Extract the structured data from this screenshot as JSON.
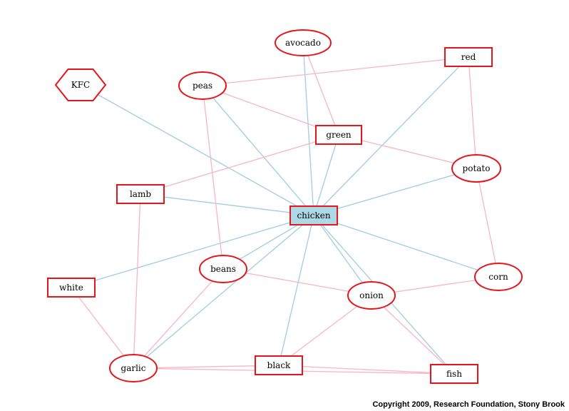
{
  "colors": {
    "node_stroke": "#e8141c",
    "center_fill": "#add8e6",
    "edge_blue": "#9fcde0",
    "edge_pink": "#f7b6c2"
  },
  "center_node": "chicken",
  "nodes": [
    {
      "id": "chicken",
      "label": "chicken",
      "shape": "box",
      "fill": "#add8e6"
    },
    {
      "id": "avocado",
      "label": "avocado",
      "shape": "ellipse"
    },
    {
      "id": "red",
      "label": "red",
      "shape": "box"
    },
    {
      "id": "kfc",
      "label": "KFC",
      "shape": "hexagon"
    },
    {
      "id": "peas",
      "label": "peas",
      "shape": "ellipse"
    },
    {
      "id": "green",
      "label": "green",
      "shape": "box"
    },
    {
      "id": "potato",
      "label": "potato",
      "shape": "ellipse"
    },
    {
      "id": "lamb",
      "label": "lamb",
      "shape": "box"
    },
    {
      "id": "beans",
      "label": "beans",
      "shape": "ellipse"
    },
    {
      "id": "white",
      "label": "white",
      "shape": "box"
    },
    {
      "id": "corn",
      "label": "corn",
      "shape": "ellipse"
    },
    {
      "id": "onion",
      "label": "onion",
      "shape": "ellipse"
    },
    {
      "id": "garlic",
      "label": "garlic",
      "shape": "ellipse"
    },
    {
      "id": "black",
      "label": "black",
      "shape": "box"
    },
    {
      "id": "fish",
      "label": "fish",
      "shape": "box"
    }
  ],
  "edges": [
    {
      "from": "chicken",
      "to": "avocado",
      "color": "blue"
    },
    {
      "from": "chicken",
      "to": "red",
      "color": "blue"
    },
    {
      "from": "chicken",
      "to": "kfc",
      "color": "blue"
    },
    {
      "from": "chicken",
      "to": "peas",
      "color": "blue"
    },
    {
      "from": "chicken",
      "to": "green",
      "color": "blue"
    },
    {
      "from": "chicken",
      "to": "potato",
      "color": "blue"
    },
    {
      "from": "chicken",
      "to": "lamb",
      "color": "blue"
    },
    {
      "from": "chicken",
      "to": "beans",
      "color": "blue"
    },
    {
      "from": "chicken",
      "to": "white",
      "color": "blue"
    },
    {
      "from": "chicken",
      "to": "corn",
      "color": "blue"
    },
    {
      "from": "chicken",
      "to": "onion",
      "color": "blue"
    },
    {
      "from": "chicken",
      "to": "garlic",
      "color": "blue"
    },
    {
      "from": "chicken",
      "to": "black",
      "color": "blue"
    },
    {
      "from": "chicken",
      "to": "fish",
      "color": "blue"
    },
    {
      "from": "peas",
      "to": "red",
      "color": "pink"
    },
    {
      "from": "peas",
      "to": "green",
      "color": "pink"
    },
    {
      "from": "peas",
      "to": "beans",
      "color": "pink"
    },
    {
      "from": "avocado",
      "to": "green",
      "color": "pink"
    },
    {
      "from": "red",
      "to": "potato",
      "color": "pink"
    },
    {
      "from": "green",
      "to": "potato",
      "color": "pink"
    },
    {
      "from": "green",
      "to": "lamb",
      "color": "pink"
    },
    {
      "from": "potato",
      "to": "corn",
      "color": "pink"
    },
    {
      "from": "lamb",
      "to": "garlic",
      "color": "pink"
    },
    {
      "from": "white",
      "to": "garlic",
      "color": "pink"
    },
    {
      "from": "beans",
      "to": "onion",
      "color": "pink"
    },
    {
      "from": "beans",
      "to": "garlic",
      "color": "pink"
    },
    {
      "from": "corn",
      "to": "onion",
      "color": "pink"
    },
    {
      "from": "onion",
      "to": "black",
      "color": "pink"
    },
    {
      "from": "onion",
      "to": "fish",
      "color": "pink"
    },
    {
      "from": "garlic",
      "to": "black",
      "color": "pink"
    },
    {
      "from": "garlic",
      "to": "fish",
      "color": "pink"
    },
    {
      "from": "black",
      "to": "fish",
      "color": "pink"
    }
  ],
  "copyright": "Copyright 2009, Research Foundation, Stony Brook"
}
